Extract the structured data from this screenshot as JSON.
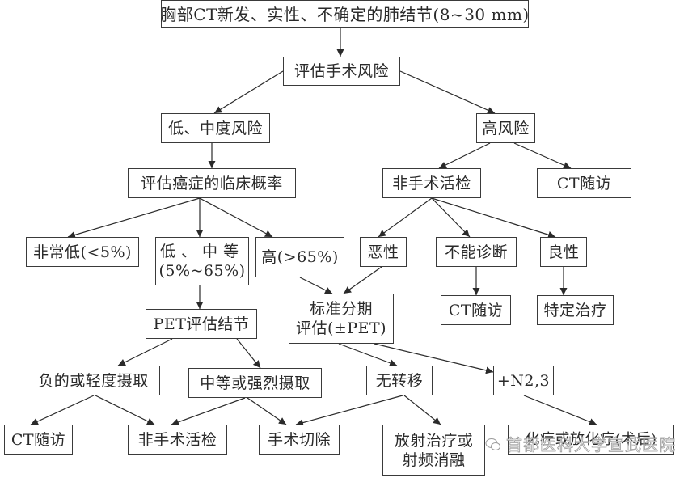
{
  "diagram": {
    "nodes": [
      {
        "id": "n0",
        "lines": [
          "胸部CT新发、实性、不确定的肺结节(8~30 mm)"
        ]
      },
      {
        "id": "n1",
        "lines": [
          "评估手术风险"
        ]
      },
      {
        "id": "n2",
        "lines": [
          "低、中度风险"
        ]
      },
      {
        "id": "n3",
        "lines": [
          "高风险"
        ]
      },
      {
        "id": "n4",
        "lines": [
          "评估癌症的临床概率"
        ]
      },
      {
        "id": "n5",
        "lines": [
          "非手术活检"
        ]
      },
      {
        "id": "n6",
        "lines": [
          "CT随访"
        ]
      },
      {
        "id": "n7",
        "lines": [
          "非常低(<5%)"
        ]
      },
      {
        "id": "n8",
        "lines": [
          "低、中等",
          "(5%~65%)"
        ]
      },
      {
        "id": "n9",
        "lines": [
          "高(>65%)"
        ]
      },
      {
        "id": "n10",
        "lines": [
          "恶性"
        ]
      },
      {
        "id": "n11",
        "lines": [
          "不能诊断"
        ]
      },
      {
        "id": "n12",
        "lines": [
          "良性"
        ]
      },
      {
        "id": "n13",
        "lines": [
          "PET评估结节"
        ]
      },
      {
        "id": "n14",
        "lines": [
          "标准分期",
          "评估(±PET)"
        ]
      },
      {
        "id": "n15",
        "lines": [
          "CT随访"
        ]
      },
      {
        "id": "n16",
        "lines": [
          "特定治疗"
        ]
      },
      {
        "id": "n17",
        "lines": [
          "负的或轻度摄取"
        ]
      },
      {
        "id": "n18",
        "lines": [
          "中等或强烈摄取"
        ]
      },
      {
        "id": "n19",
        "lines": [
          "无转移"
        ]
      },
      {
        "id": "n20",
        "lines": [
          "+N2,3"
        ]
      },
      {
        "id": "n21",
        "lines": [
          "CT随访"
        ]
      },
      {
        "id": "n22",
        "lines": [
          "非手术活检"
        ]
      },
      {
        "id": "n23",
        "lines": [
          "手术切除"
        ]
      },
      {
        "id": "n24",
        "lines": [
          "放射治疗或",
          "射频消融"
        ]
      },
      {
        "id": "n25",
        "lines": [
          "化疗或放化疗(术后)"
        ]
      }
    ],
    "edges": [
      {
        "from": "n0",
        "to": "n1"
      },
      {
        "from": "n1",
        "to": "n2"
      },
      {
        "from": "n1",
        "to": "n3"
      },
      {
        "from": "n2",
        "to": "n4"
      },
      {
        "from": "n3",
        "to": "n5"
      },
      {
        "from": "n3",
        "to": "n6"
      },
      {
        "from": "n4",
        "to": "n7"
      },
      {
        "from": "n4",
        "to": "n8"
      },
      {
        "from": "n4",
        "to": "n9"
      },
      {
        "from": "n5",
        "to": "n10"
      },
      {
        "from": "n5",
        "to": "n11"
      },
      {
        "from": "n5",
        "to": "n12"
      },
      {
        "from": "n8",
        "to": "n13"
      },
      {
        "from": "n9",
        "to": "n14"
      },
      {
        "from": "n10",
        "to": "n14"
      },
      {
        "from": "n11",
        "to": "n15"
      },
      {
        "from": "n12",
        "to": "n16"
      },
      {
        "from": "n13",
        "to": "n17"
      },
      {
        "from": "n13",
        "to": "n18"
      },
      {
        "from": "n14",
        "to": "n19"
      },
      {
        "from": "n14",
        "to": "n20"
      },
      {
        "from": "n17",
        "to": "n21"
      },
      {
        "from": "n17",
        "to": "n22"
      },
      {
        "from": "n18",
        "to": "n22"
      },
      {
        "from": "n18",
        "to": "n23"
      },
      {
        "from": "n19",
        "to": "n23"
      },
      {
        "from": "n19",
        "to": "n24"
      },
      {
        "from": "n20",
        "to": "n25"
      }
    ]
  },
  "watermark": {
    "icon": "wechat-icon",
    "text": "首都医科大学宣武医院"
  },
  "colors": {
    "line": "#2a2a2a",
    "border": "#3a3a3a",
    "text": "#2a2a2a",
    "background": "#ffffff"
  }
}
